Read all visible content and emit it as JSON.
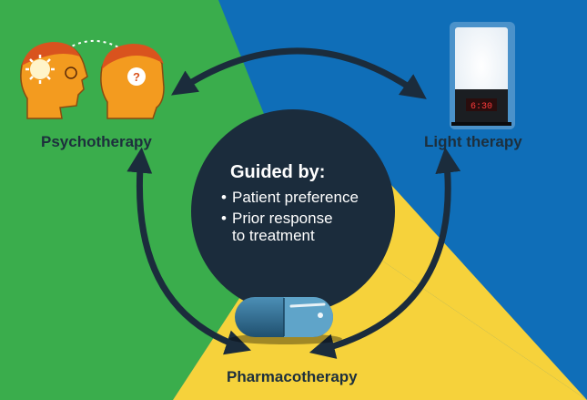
{
  "colors": {
    "green": "#3aad4c",
    "blue": "#0f6eb8",
    "yellow": "#f6d23b",
    "navy": "#1b2c3c",
    "orange": "#f39b1f",
    "pill": "#2a6a90"
  },
  "nodes": {
    "psychotherapy": "Psychotherapy",
    "light_therapy": "Light therapy",
    "pharmacotherapy": "Pharmacotherapy"
  },
  "center": {
    "title": "Guided by:",
    "bullets": [
      {
        "line1": "Patient preference",
        "line2": ""
      },
      {
        "line1": "Prior response",
        "line2": "to treatment"
      }
    ]
  },
  "lamp": {
    "clock": "6:30"
  },
  "icons": {
    "therapy": "psychotherapy-heads-icon",
    "lamp": "light-therapy-lamp-icon",
    "pill": "pill-capsule-icon"
  }
}
